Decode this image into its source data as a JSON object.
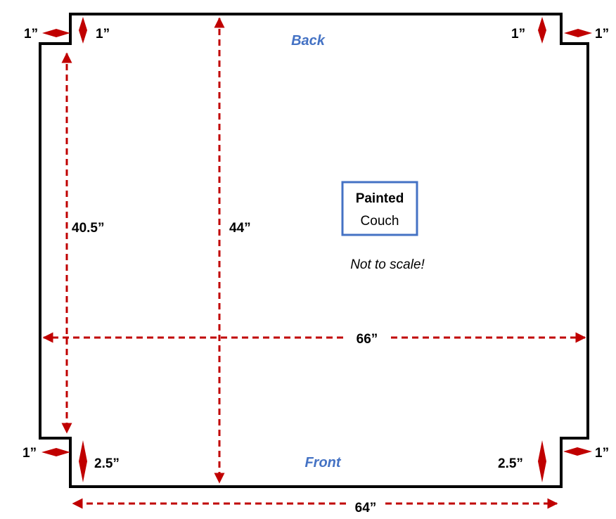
{
  "colors": {
    "outline": "#000000",
    "dimension": "#c00000",
    "side_label": "#4472c4",
    "box_border": "#4472c4"
  },
  "labels": {
    "back": "Back",
    "front": "Front",
    "box_title": "Painted",
    "box_subtitle": "Couch",
    "note": "Not to scale!"
  },
  "dimensions": {
    "top_left_notch_width": "1”",
    "top_left_notch_depth": "1”",
    "top_right_notch_depth": "1”",
    "top_right_notch_width": "1”",
    "inner_height": "40.5”",
    "full_height": "44”",
    "full_width": "66”",
    "bottom_width": "64”",
    "bottom_left_notch_width": "1”",
    "bottom_left_notch_depth": "2.5”",
    "bottom_right_notch_depth": "2.5”",
    "bottom_right_notch_width": "1”"
  }
}
